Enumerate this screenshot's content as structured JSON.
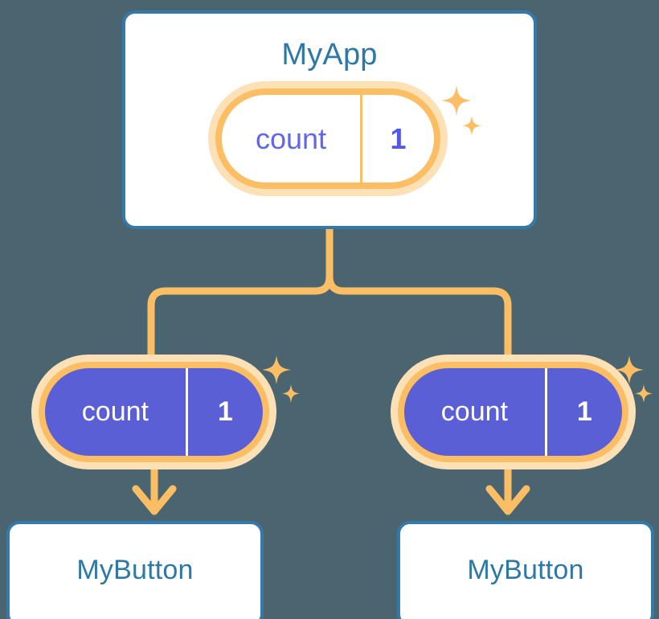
{
  "theme": {
    "background": "#4b6570",
    "card_bg": "#ffffff",
    "card_border": "#3479a8",
    "title_color": "#2e78a6",
    "pill_ring": "#fbbe64",
    "pill_ring_glow": "#fce1b7",
    "pill_dark_fill": "#5b5fd6",
    "pill_light_text": "#6266e8",
    "wire_color": "#fbbe64"
  },
  "diagram": {
    "type": "component-state-tree",
    "root": {
      "name": "app-card",
      "title": "MyApp",
      "state": {
        "key": "count",
        "value": "1"
      }
    },
    "children": [
      {
        "name": "button-left",
        "title": "MyButton",
        "state": {
          "key": "count",
          "value": "1"
        }
      },
      {
        "name": "button-right",
        "title": "MyButton",
        "state": {
          "key": "count",
          "value": "1"
        }
      }
    ],
    "sparkles": [
      {
        "name": "sparkle-app"
      },
      {
        "name": "sparkle-left"
      },
      {
        "name": "sparkle-right"
      }
    ]
  }
}
